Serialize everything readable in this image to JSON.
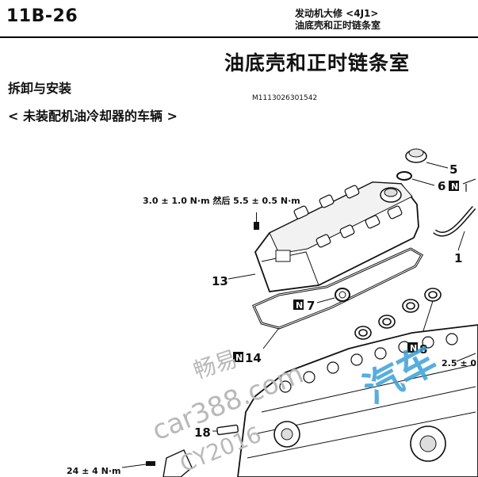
{
  "header": {
    "page_code": "11B-26",
    "chapter": "发动机大修 <4J1>",
    "subsection": "油底壳和正时链条室"
  },
  "title": "油底壳和正时链条室",
  "section": "拆卸与安装",
  "image_id": "M1113026301542",
  "vehicle_condition": "< 未装配机油冷却器的车辆 >",
  "diagram": {
    "torque_top": "3.0 ± 1.0 N·m 然后 5.5 ± 0.5 N·m",
    "torque_right": "2.5 ± 0.",
    "torque_bottom": "24 ± 4 N·m",
    "callouts": [
      "1",
      "5",
      "6",
      "7",
      "8",
      "13",
      "14",
      "18"
    ],
    "new_part_mark": "N"
  },
  "watermark": {
    "line1": "畅易",
    "line2": "car388.com",
    "line3": "CY2016",
    "line4": "汽车"
  },
  "colors": {
    "watermark_gray": "#b9b9b9",
    "watermark_blue": "#3aa1d8"
  }
}
